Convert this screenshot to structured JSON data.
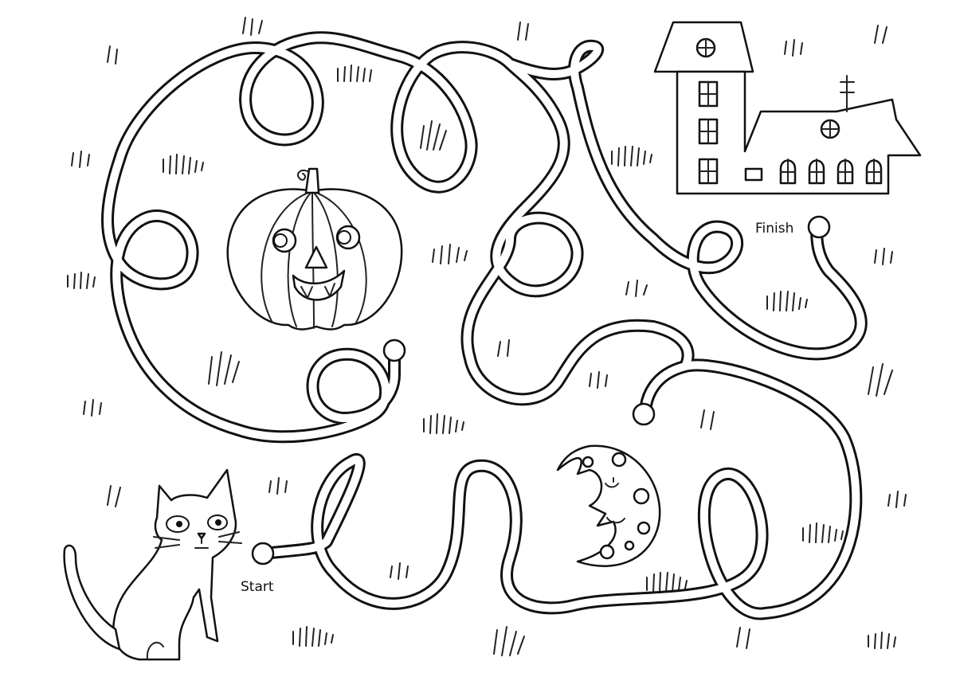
{
  "labels": {
    "start": "Start",
    "finish": "Finish"
  },
  "pictures": {
    "cat": "cat",
    "pumpkin": "pumpkin",
    "moon": "moon",
    "house": "house"
  },
  "colors": {
    "line": "#111111",
    "background": "#ffffff"
  }
}
